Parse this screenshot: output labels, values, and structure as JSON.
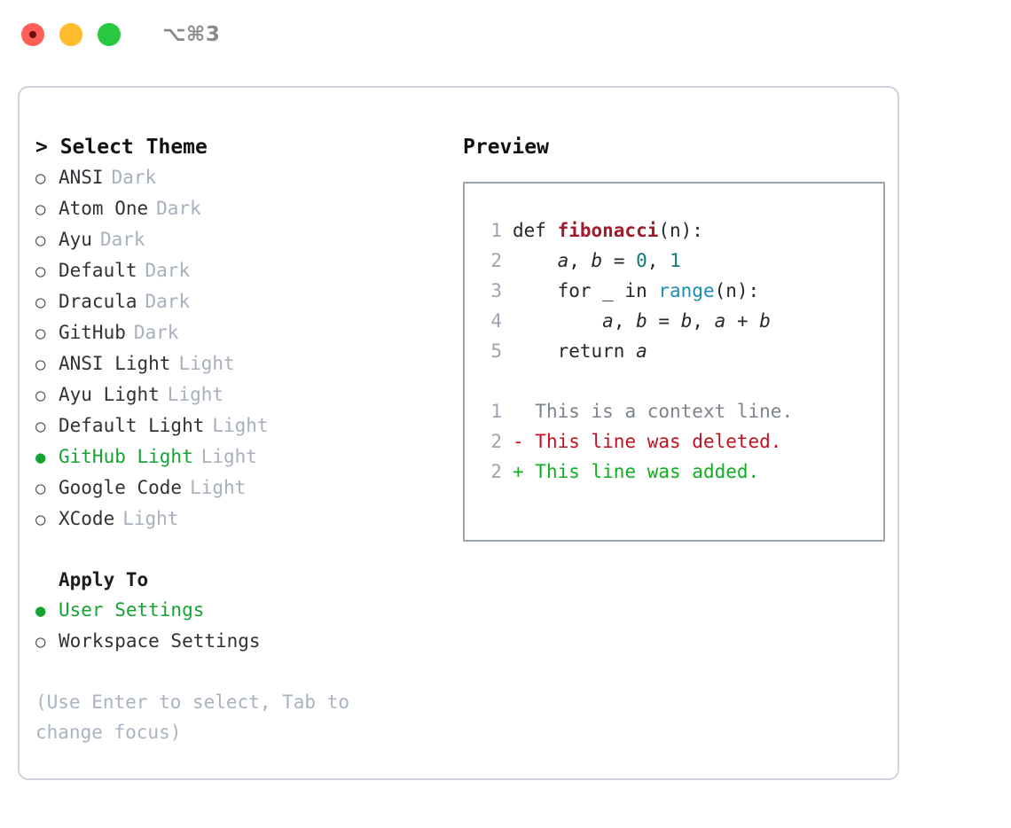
{
  "titlebar": {
    "shortcut": "⌥⌘3",
    "lights": [
      "close-red",
      "minimize-amber",
      "maximize-green"
    ]
  },
  "left": {
    "header": "> Select Theme",
    "themes": [
      {
        "bullet": "○",
        "label": "ANSI",
        "tag": "Dark",
        "selected": false
      },
      {
        "bullet": "○",
        "label": "Atom One",
        "tag": "Dark",
        "selected": false
      },
      {
        "bullet": "○",
        "label": "Ayu",
        "tag": "Dark",
        "selected": false
      },
      {
        "bullet": "○",
        "label": "Default",
        "tag": "Dark",
        "selected": false
      },
      {
        "bullet": "○",
        "label": "Dracula",
        "tag": "Dark",
        "selected": false
      },
      {
        "bullet": "○",
        "label": "GitHub",
        "tag": "Dark",
        "selected": false
      },
      {
        "bullet": "○",
        "label": "ANSI Light",
        "tag": "Light",
        "selected": false
      },
      {
        "bullet": "○",
        "label": "Ayu Light",
        "tag": "Light",
        "selected": false
      },
      {
        "bullet": "○",
        "label": "Default Light",
        "tag": "Light",
        "selected": false
      },
      {
        "bullet": "●",
        "label": "GitHub Light",
        "tag": "Light",
        "selected": true
      },
      {
        "bullet": "○",
        "label": "Google Code",
        "tag": "Light",
        "selected": false
      },
      {
        "bullet": "○",
        "label": "XCode",
        "tag": "Light",
        "selected": false
      }
    ],
    "apply_to": {
      "title": "Apply To",
      "options": [
        {
          "bullet": "●",
          "label": "User Settings",
          "selected": true
        },
        {
          "bullet": "○",
          "label": "Workspace Settings",
          "selected": false
        }
      ]
    },
    "hint": "(Use Enter to select, Tab to change focus)"
  },
  "preview": {
    "title": "Preview",
    "code": [
      {
        "no": "1",
        "parts": [
          {
            "t": "def ",
            "c": "code-text"
          },
          {
            "t": "fibonacci",
            "c": "tok-fn"
          },
          {
            "t": "(n):",
            "c": "code-text"
          }
        ]
      },
      {
        "no": "2",
        "parts": [
          {
            "t": "    ",
            "c": "code-text"
          },
          {
            "t": "a",
            "c": "tok-var"
          },
          {
            "t": ", ",
            "c": "code-text"
          },
          {
            "t": "b",
            "c": "tok-var"
          },
          {
            "t": " = ",
            "c": "code-text"
          },
          {
            "t": "0",
            "c": "tok-num"
          },
          {
            "t": ", ",
            "c": "code-text"
          },
          {
            "t": "1",
            "c": "tok-num"
          }
        ]
      },
      {
        "no": "3",
        "parts": [
          {
            "t": "    for _ in ",
            "c": "code-text"
          },
          {
            "t": "range",
            "c": "tok-call"
          },
          {
            "t": "(n):",
            "c": "code-text"
          }
        ]
      },
      {
        "no": "4",
        "parts": [
          {
            "t": "        ",
            "c": "code-text"
          },
          {
            "t": "a",
            "c": "tok-var"
          },
          {
            "t": ", ",
            "c": "code-text"
          },
          {
            "t": "b",
            "c": "tok-var"
          },
          {
            "t": " = ",
            "c": "code-text"
          },
          {
            "t": "b",
            "c": "tok-var"
          },
          {
            "t": ", ",
            "c": "code-text"
          },
          {
            "t": "a",
            "c": "tok-var"
          },
          {
            "t": " + ",
            "c": "code-text"
          },
          {
            "t": "b",
            "c": "tok-var"
          }
        ]
      },
      {
        "no": "5",
        "parts": [
          {
            "t": "    return ",
            "c": "code-text"
          },
          {
            "t": "a",
            "c": "tok-var"
          }
        ]
      }
    ],
    "diff": [
      {
        "no": "1",
        "marker": " ",
        "text": " This is a context line.",
        "cls": "diff-ctx"
      },
      {
        "no": "2",
        "marker": "-",
        "text": " This line was deleted.",
        "cls": "diff-del"
      },
      {
        "no": "2",
        "marker": "+",
        "text": " This line was added.",
        "cls": "diff-add"
      }
    ]
  },
  "colors": {
    "accent_green": "#16a333",
    "panel_border": "#ccd3dd",
    "preview_border": "#97a4b2",
    "muted": "#a8b0bd",
    "diff_add": "#10b020",
    "diff_del": "#c1121f"
  }
}
